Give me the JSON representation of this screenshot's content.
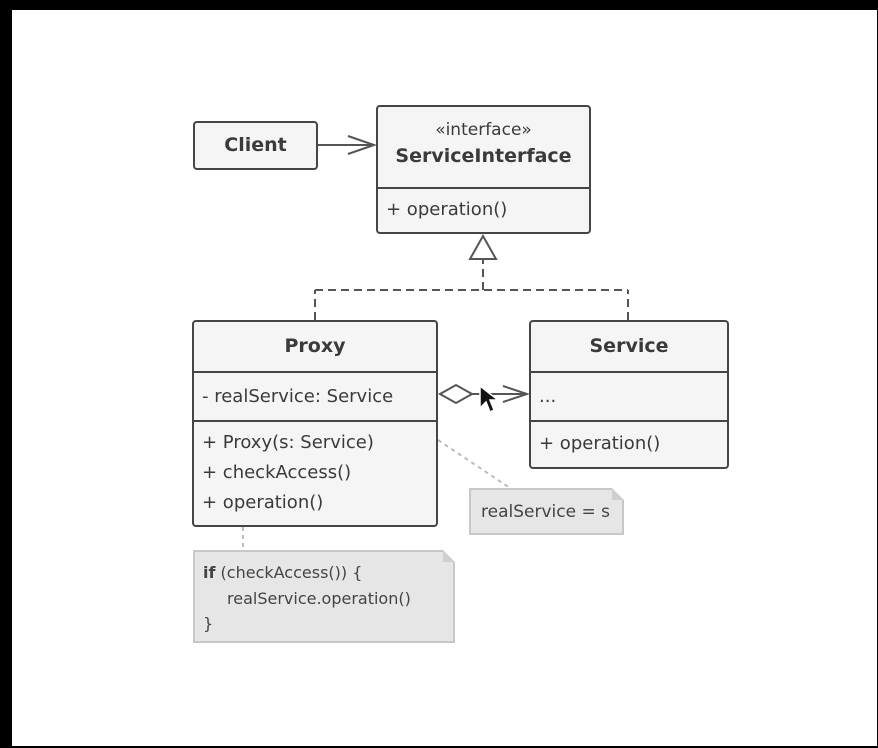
{
  "client": {
    "label": "Client"
  },
  "service_interface": {
    "stereotype": "«interface»",
    "name": "ServiceInterface",
    "method": "+ operation()"
  },
  "proxy": {
    "name": "Proxy",
    "field": "- realService: Service",
    "methods": [
      "+ Proxy(s: Service)",
      "+ checkAccess()",
      "+ operation()"
    ]
  },
  "service": {
    "name": "Service",
    "field": "...",
    "method": "+ operation()"
  },
  "note_constructor": {
    "text": "realService = s"
  },
  "note_operation": {
    "keyword": "if",
    "line1_rest": " (checkAccess()) {",
    "line2": "realService.operation()",
    "line3": "}"
  },
  "colors": {
    "border": "#454545",
    "box_fill": "#f5f5f5",
    "note_fill": "#e6e6e6",
    "note_border": "#c8c8c8"
  }
}
